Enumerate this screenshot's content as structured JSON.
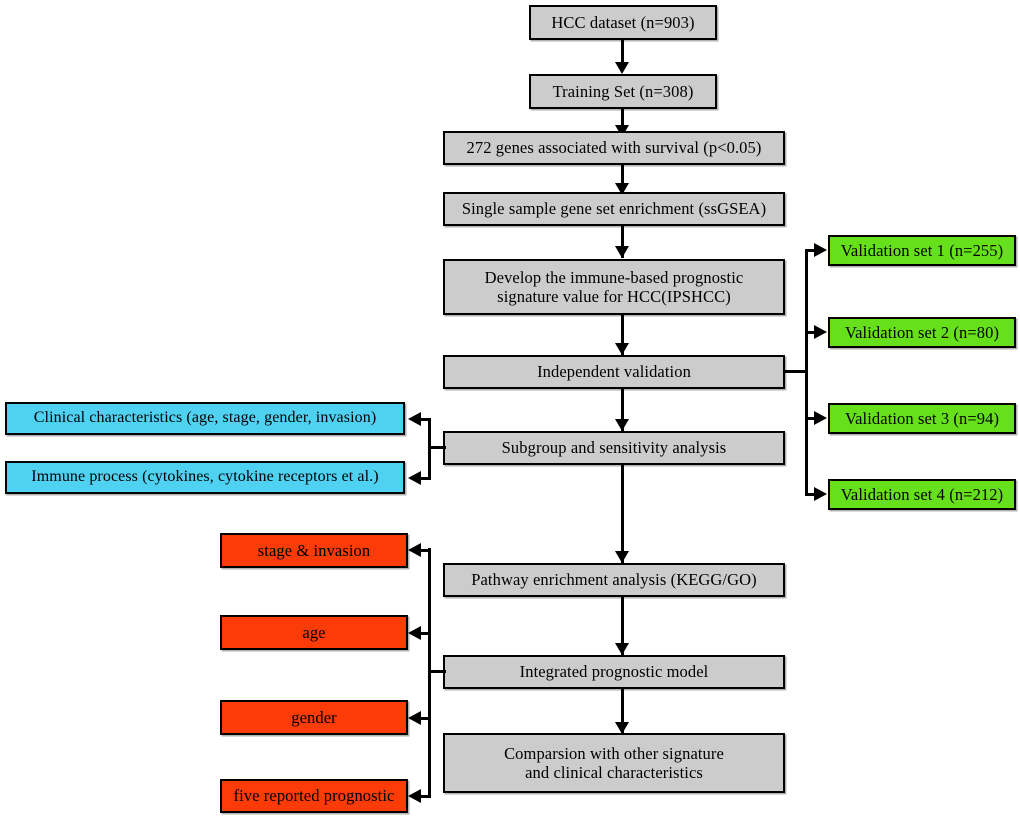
{
  "figure": {
    "type": "flowchart",
    "title": "HCC immune-based prognostic signature study workflow",
    "background": "#ffffff",
    "palette": {
      "gray": "#cccccc",
      "green": "#66e01a",
      "cyan": "#4fd2f2",
      "red": "#fb3b08",
      "line": "#000000"
    }
  },
  "main_flow": [
    {
      "id": "hcc-dataset",
      "label": "HCC dataset (n=903)"
    },
    {
      "id": "training-set",
      "label": "Training Set (n=308)"
    },
    {
      "id": "genes-survival",
      "label": "272 genes associated with survival (p<0.05)"
    },
    {
      "id": "ssgsea",
      "label": "Single sample gene set enrichment (ssGSEA)"
    },
    {
      "id": "develop-signature",
      "label": "Develop the immune-based prognostic\nsignature value for  HCC(IPSHCC)"
    },
    {
      "id": "independent-validation",
      "label": "Independent validation"
    },
    {
      "id": "subgroup-sensitivity",
      "label": "Subgroup and sensitivity analysis"
    },
    {
      "id": "pathway-enrichment",
      "label": "Pathway enrichment analysis (KEGG/GO)"
    },
    {
      "id": "integrated-model",
      "label": "Integrated prognostic model"
    },
    {
      "id": "comparison",
      "label": "Comparsion with other signature\nand clinical characteristics"
    }
  ],
  "validation_sets": [
    {
      "id": "validation-set-1",
      "label": "Validation set 1 (n=255)"
    },
    {
      "id": "validation-set-2",
      "label": "Validation set 2 (n=80)"
    },
    {
      "id": "validation-set-3",
      "label": "Validation set 3 (n=94)"
    },
    {
      "id": "validation-set-4",
      "label": "Validation set 4 (n=212)"
    }
  ],
  "subgroup_outputs": [
    {
      "id": "clinical-characteristics",
      "label": "Clinical characteristics (age, stage, gender, invasion)"
    },
    {
      "id": "immune-process",
      "label": "Immune process (cytokines, cytokine receptors et al.)"
    }
  ],
  "model_outputs": [
    {
      "id": "stage-invasion",
      "label": "stage & invasion"
    },
    {
      "id": "age",
      "label": "age"
    },
    {
      "id": "gender",
      "label": "gender"
    },
    {
      "id": "five-reported",
      "label": "five reported prognostic"
    }
  ]
}
